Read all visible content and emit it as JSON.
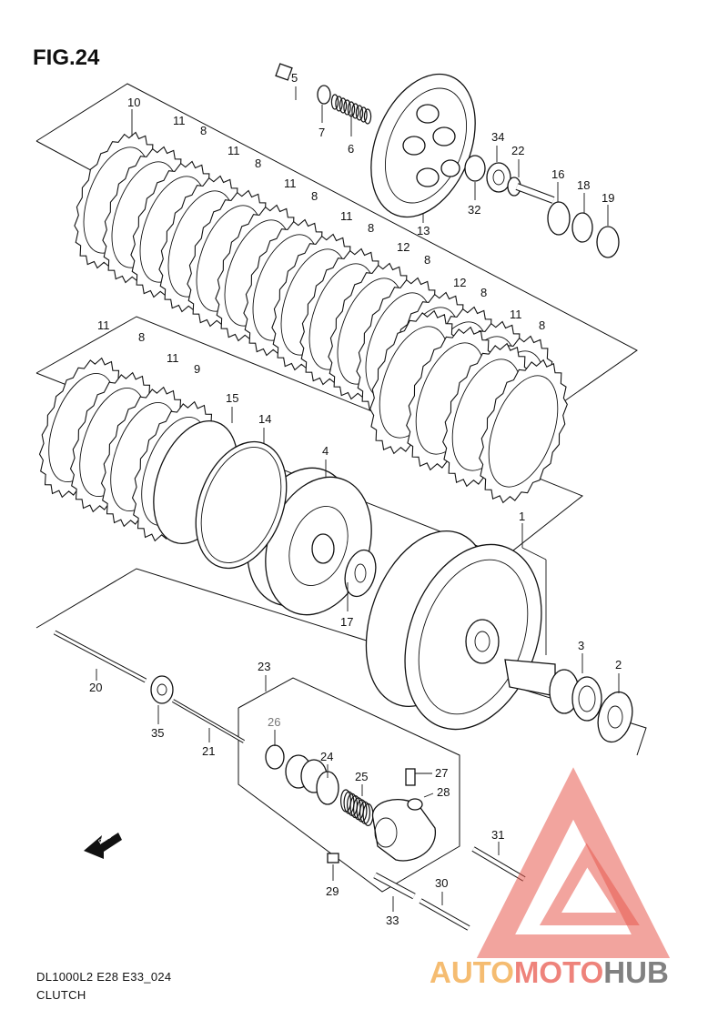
{
  "figure": {
    "title": "FIG.24"
  },
  "footer": {
    "code": "DL1000L2 E28 E33_024",
    "section": "CLUTCH"
  },
  "fwd_label": "FWD",
  "watermark": {
    "auto": "AUTO",
    "moto": "MOTO",
    "hub": "HUB",
    "color_red": "#e85a4f",
    "color_orange": "#f2a641",
    "color_grey": "#6b6b6b"
  },
  "callouts": {
    "c1": "1",
    "c2": "2",
    "c3": "3",
    "c4": "4",
    "c5": "5",
    "c6": "6",
    "c7": "7",
    "c8": "8",
    "c9": "9",
    "c10": "10",
    "c11": "11",
    "c12": "12",
    "c13": "13",
    "c14": "14",
    "c15": "15",
    "c16": "16",
    "c17": "17",
    "c18": "18",
    "c19": "19",
    "c20": "20",
    "c21": "21",
    "c22": "22",
    "c23": "23",
    "c24": "24",
    "c25": "25",
    "c26": "26",
    "c27": "27",
    "c28": "28",
    "c29": "29",
    "c30": "30",
    "c31": "31",
    "c32": "32",
    "c33": "33",
    "c34": "34",
    "c35": "35"
  }
}
